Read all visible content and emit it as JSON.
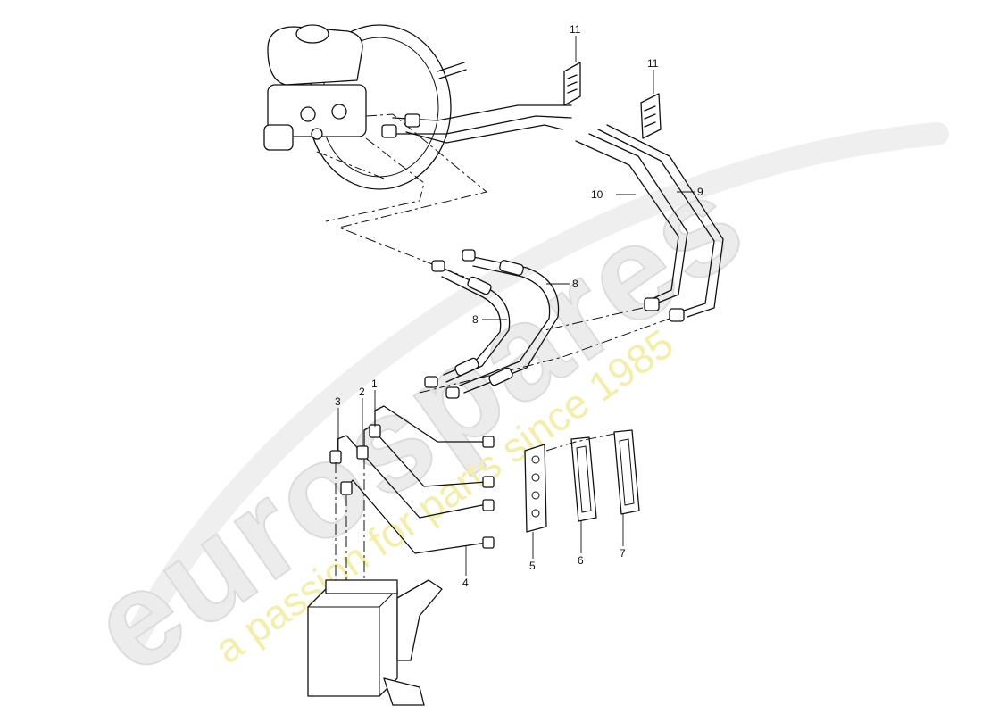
{
  "watermark": {
    "brand": "eurospares",
    "tagline": "a passion for parts since 1985"
  },
  "callouts": {
    "c1": "1",
    "c2": "2",
    "c3": "3",
    "c4": "4",
    "c5": "5",
    "c6": "6",
    "c7": "7",
    "c8a": "8",
    "c8b": "8",
    "c9": "9",
    "c10": "10",
    "c11a": "11",
    "c11b": "11"
  }
}
